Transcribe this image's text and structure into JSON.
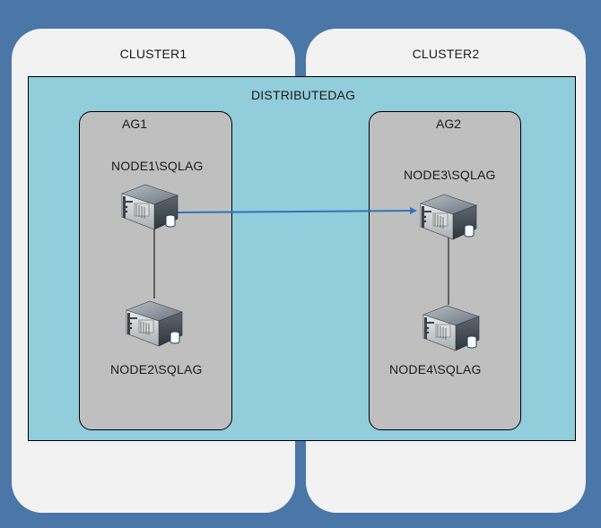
{
  "clusters": [
    {
      "label": "CLUSTER1"
    },
    {
      "label": "CLUSTER2"
    }
  ],
  "distributed_ag": {
    "label": "DISTRIBUTEDAG"
  },
  "availability_groups": [
    {
      "label": "AG1"
    },
    {
      "label": "AG2"
    }
  ],
  "nodes": [
    {
      "label": "NODE1\\SQLAG",
      "icon": "server-database-icon"
    },
    {
      "label": "NODE2\\SQLAG",
      "icon": "server-database-icon"
    },
    {
      "label": "NODE3\\SQLAG",
      "icon": "server-database-icon"
    },
    {
      "label": "NODE4\\SQLAG",
      "icon": "server-database-icon"
    }
  ],
  "colors": {
    "background": "#4a76a8",
    "cluster_fill": "#f2f2f2",
    "dag_fill": "#92cddc",
    "ag_fill": "#bfbfbf",
    "replication_arrow": "#2e75b6"
  }
}
